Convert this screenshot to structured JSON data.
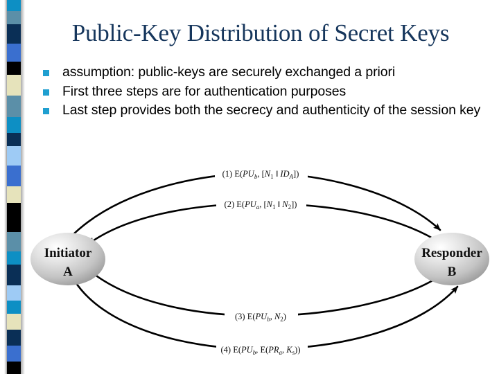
{
  "slide": {
    "title": "Public-Key Distribution of Secret Keys",
    "title_color": "#16365c",
    "background_color": "#ffffff",
    "bullet_marker_color": "#1f9fd0",
    "bullets": [
      "assumption: public-keys are securely exchanged a priori",
      "First three steps are for authentication purposes",
      "Last step provides both the secrecy and authenticity of the session key"
    ]
  },
  "sidebar": {
    "name": "decorative-color-bar",
    "bands": [
      {
        "color": "#0d8fc4",
        "height": 18
      },
      {
        "color": "#5b8fa8",
        "height": 22
      },
      {
        "color": "#0a2f56",
        "height": 32
      },
      {
        "color": "#3a6fcf",
        "height": 30
      },
      {
        "color": "#000000",
        "height": 22
      },
      {
        "color": "#e6e3bb",
        "height": 34
      },
      {
        "color": "#5b8fa8",
        "height": 36
      },
      {
        "color": "#0d8fc4",
        "height": 26
      },
      {
        "color": "#0a2f56",
        "height": 22
      },
      {
        "color": "#9ecbf5",
        "height": 32
      },
      {
        "color": "#3a6fcf",
        "height": 34
      },
      {
        "color": "#e6e3bb",
        "height": 28
      },
      {
        "color": "#000000",
        "height": 48
      },
      {
        "color": "#5b8fa8",
        "height": 32
      },
      {
        "color": "#0d8fc4",
        "height": 22
      },
      {
        "color": "#0a2f56",
        "height": 34
      },
      {
        "color": "#9ecbf5",
        "height": 26
      },
      {
        "color": "#0d8fc4",
        "height": 22
      },
      {
        "color": "#e6e3bb",
        "height": 26
      },
      {
        "color": "#0a2f56",
        "height": 26
      },
      {
        "color": "#3a6fcf",
        "height": 26
      },
      {
        "color": "#000000",
        "height": 21
      }
    ]
  },
  "diagram": {
    "type": "protocol-sequence",
    "nodes": [
      {
        "id": "initiator",
        "label": "Initiator",
        "sublabel": "A"
      },
      {
        "id": "responder",
        "label": "Responder",
        "sublabel": "B"
      }
    ],
    "messages": [
      {
        "step": "(1)",
        "text": "E(PUb, [N1 || IDA])",
        "direction": "initiator-to-responder",
        "parts": {
          "fn": "E(",
          "arg1": "PU",
          "sub1": "b",
          "mid": ", [",
          "arg2": "N",
          "sub2": "1",
          "sep": " || ",
          "arg3": "ID",
          "sub3": "A",
          "close": "])"
        }
      },
      {
        "step": "(2)",
        "text": "E(PUa, [N1 || N2])",
        "direction": "responder-to-initiator",
        "parts": {
          "fn": "E(",
          "arg1": "PU",
          "sub1": "a",
          "mid": ", [",
          "arg2": "N",
          "sub2": "1",
          "sep": " || ",
          "arg3": "N",
          "sub3": "2",
          "close": "])"
        }
      },
      {
        "step": "(3)",
        "text": "E(PUb, N2)",
        "direction": "initiator-to-responder",
        "parts": {
          "fn": "E(",
          "arg1": "PU",
          "sub1": "b",
          "mid": ", ",
          "arg2": "N",
          "sub2": "2",
          "close": ")"
        }
      },
      {
        "step": "(4)",
        "text": "E(PUb, E(PRa, Ks))",
        "direction": "initiator-to-responder",
        "parts": {
          "fn": "E(",
          "arg1": "PU",
          "sub1": "b",
          "mid": ", E(",
          "arg2": "PR",
          "sub2": "a",
          "sep": ", ",
          "arg3": "K",
          "sub3": "s",
          "close": "))"
        }
      }
    ]
  }
}
